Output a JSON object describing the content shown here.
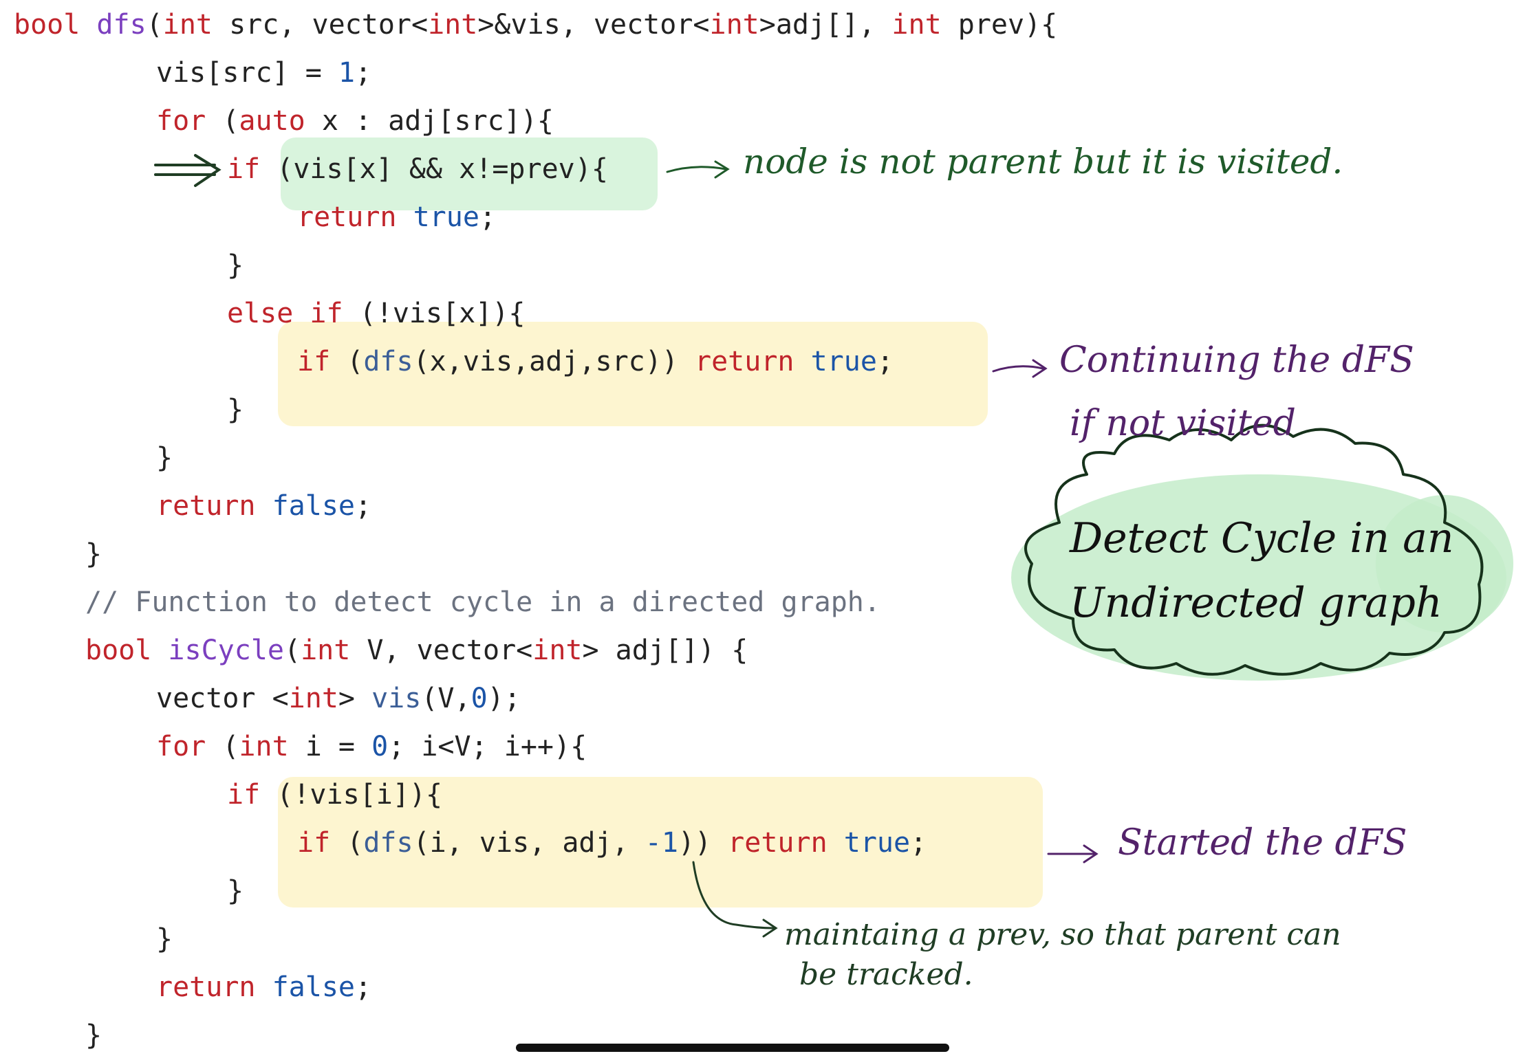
{
  "code": {
    "l1": {
      "kw_bool": "bool",
      "fn": "dfs",
      "open": "(",
      "kw_int1": "int",
      "p1": " src, vector<",
      "kw_int2": "int",
      "p2": ">&vis, vector<",
      "kw_int3": "int",
      "p3": ">adj[], ",
      "kw_int4": "int",
      "p4": " prev){"
    },
    "l2": {
      "a": "vis[src] = ",
      "num": "1",
      "b": ";"
    },
    "l3": {
      "kw_for": "for",
      "a": " (",
      "kw_auto": "auto",
      "b": " x : adj[src]){"
    },
    "l4": {
      "kw_if": "if",
      "a": " (vis[x] && x!=prev){"
    },
    "l5": {
      "kw_return": "return",
      "lit": "true",
      "semi": ";"
    },
    "l6": {
      "brace": "}"
    },
    "l7": {
      "kw_else": "else",
      "kw_if": "if",
      "a": " (!vis[x]){"
    },
    "l8": {
      "kw_if": "if",
      "a": " (",
      "call": "dfs",
      "b": "(x,vis,adj,src)) ",
      "kw_return": "return",
      "lit": "true",
      "semi": ";"
    },
    "l9": {
      "brace": "}"
    },
    "l10": {
      "brace": "}"
    },
    "l11": {
      "kw_return": "return",
      "lit": "false",
      "semi": ";"
    },
    "l12": {
      "brace": "}"
    },
    "l13": {
      "comment": "// Function to detect cycle in a directed graph."
    },
    "l14": {
      "kw_bool": "bool",
      "fn": "isCycle",
      "open": "(",
      "kw_int1": "int",
      "p1": " V, vector<",
      "kw_int2": "int",
      "p2": "> adj[]) {"
    },
    "l15": {
      "a": "vector <",
      "kw_int": "int",
      "b": "> ",
      "call": "vis",
      "c": "(V,",
      "num": "0",
      "d": ");"
    },
    "l16": {
      "kw_for": "for",
      "a": " (",
      "kw_int": "int",
      "b": " i = ",
      "num": "0",
      "c": "; i<V; i++){"
    },
    "l17": {
      "kw_if": "if",
      "a": " (!vis[i]){"
    },
    "l18": {
      "kw_if": "if",
      "a": " (",
      "call": "dfs",
      "b": "(i, vis, adj, ",
      "num": "-1",
      "c": ")) ",
      "kw_return": "return",
      "lit": "true",
      "semi": ";"
    },
    "l19": {
      "brace": "}"
    },
    "l20": {
      "brace": "}"
    },
    "l21": {
      "kw_return": "return",
      "lit": "false",
      "semi": ";"
    },
    "l22": {
      "brace": "}"
    }
  },
  "annotations": {
    "visited_note": "node is not parent but it is visited.",
    "continue_note_line1": "Continuing the dFS",
    "continue_note_line2": "if not visited",
    "cloud_line1": "Detect Cycle in an",
    "cloud_line2": "Undirected graph",
    "start_note": "Started the dFS",
    "prev_note_line1": "maintaing a prev, so that parent can",
    "prev_note_line2": "be tracked."
  },
  "colors": {
    "keyword": "#c0242b",
    "function": "#7b3fbf",
    "literal": "#1b54a7",
    "comment": "#6b7280",
    "highlight_green": "#c8efcf",
    "highlight_yellow": "#fcf0c4",
    "ink_green": "#1f5a2a",
    "ink_purple": "#53226a"
  }
}
